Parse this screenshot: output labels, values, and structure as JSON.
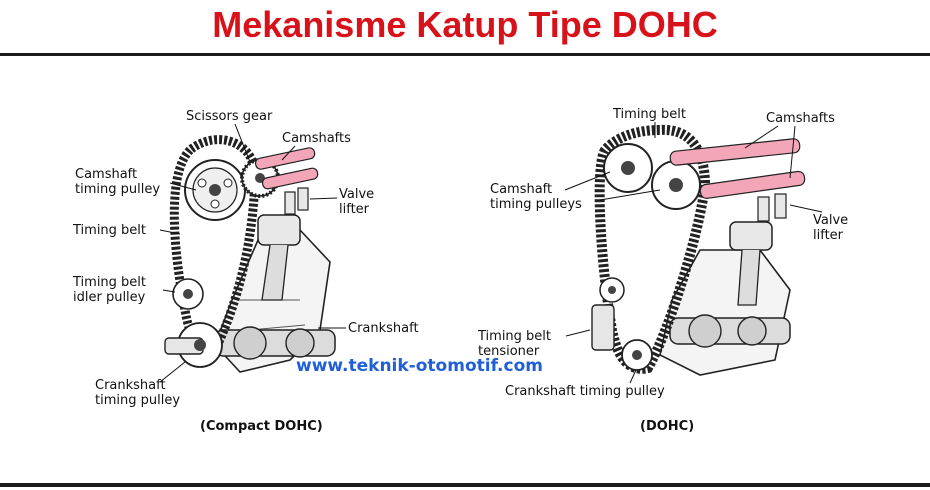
{
  "title": "Mekanisme Katup Tipe DOHC",
  "watermark": "www.teknik-otomotif.com",
  "left_diagram": {
    "caption": "(Compact DOHC)",
    "labels": {
      "scissors_gear": "Scissors gear",
      "camshafts": "Camshafts",
      "camshaft_timing_pulley_1": "Camshaft",
      "camshaft_timing_pulley_2": "timing pulley",
      "valve_lifter_1": "Valve",
      "valve_lifter_2": "lifter",
      "timing_belt": "Timing belt",
      "idler_pulley_1": "Timing belt",
      "idler_pulley_2": "idler pulley",
      "crankshaft": "Crankshaft",
      "crankshaft_pulley_1": "Crankshaft",
      "crankshaft_pulley_2": "timing pulley"
    }
  },
  "right_diagram": {
    "caption": "(DOHC)",
    "labels": {
      "timing_belt": "Timing belt",
      "camshafts": "Camshafts",
      "camshaft_pulleys_1": "Camshaft",
      "camshaft_pulleys_2": "timing pulleys",
      "valve_lifter_1": "Valve",
      "valve_lifter_2": "lifter",
      "tensioner_1": "Timing belt",
      "tensioner_2": "tensioner",
      "crankshaft_pulley": "Crankshaft timing pulley"
    }
  },
  "colors": {
    "title": "#d8121b",
    "watermark": "#1f5fd8",
    "camshaft": "#f2a6b8"
  }
}
